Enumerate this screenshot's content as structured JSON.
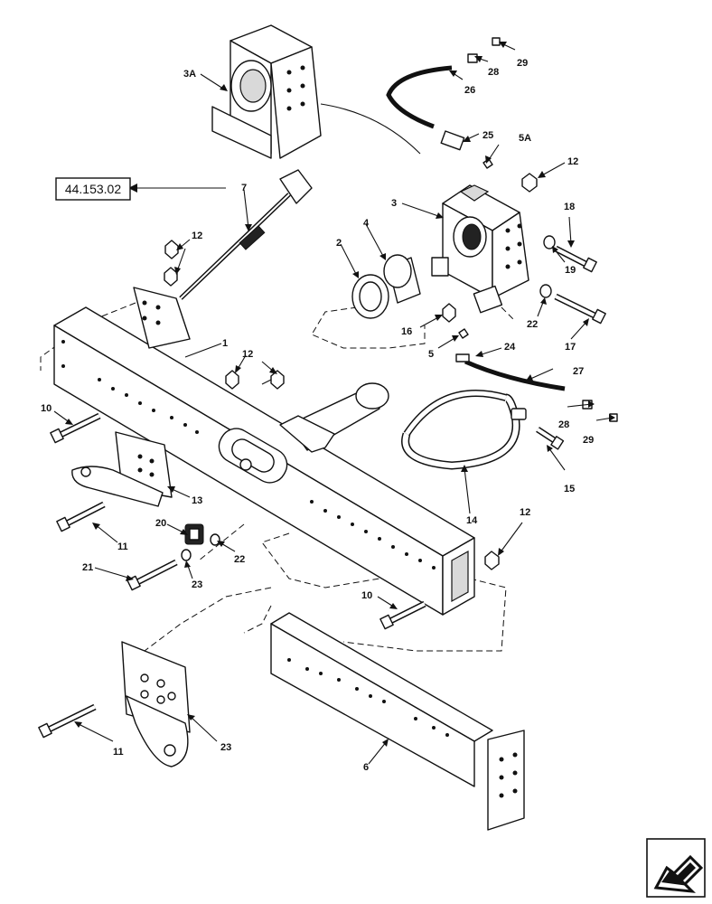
{
  "reference_box": {
    "text": "44.153.02"
  },
  "callouts": [
    {
      "id": "c-3a",
      "text": "3A"
    },
    {
      "id": "c-29a",
      "text": "29"
    },
    {
      "id": "c-28a",
      "text": "28"
    },
    {
      "id": "c-26",
      "text": "26"
    },
    {
      "id": "c-25",
      "text": "25"
    },
    {
      "id": "c-5a",
      "text": "5A"
    },
    {
      "id": "c-12a",
      "text": "12"
    },
    {
      "id": "c-7",
      "text": "7"
    },
    {
      "id": "c-3",
      "text": "3"
    },
    {
      "id": "c-18",
      "text": "18"
    },
    {
      "id": "c-4",
      "text": "4"
    },
    {
      "id": "c-2",
      "text": "2"
    },
    {
      "id": "c-12b",
      "text": "12"
    },
    {
      "id": "c-19",
      "text": "19"
    },
    {
      "id": "c-22a",
      "text": "22"
    },
    {
      "id": "c-16",
      "text": "16"
    },
    {
      "id": "c-17",
      "text": "17"
    },
    {
      "id": "c-5",
      "text": "5"
    },
    {
      "id": "c-24",
      "text": "24"
    },
    {
      "id": "c-1",
      "text": "1"
    },
    {
      "id": "c-12c",
      "text": "12"
    },
    {
      "id": "c-27",
      "text": "27"
    },
    {
      "id": "c-10a",
      "text": "10"
    },
    {
      "id": "c-28b",
      "text": "28"
    },
    {
      "id": "c-29b",
      "text": "29"
    },
    {
      "id": "c-15",
      "text": "15"
    },
    {
      "id": "c-13",
      "text": "13"
    },
    {
      "id": "c-14",
      "text": "14"
    },
    {
      "id": "c-20",
      "text": "20"
    },
    {
      "id": "c-11a",
      "text": "11"
    },
    {
      "id": "c-22b",
      "text": "22"
    },
    {
      "id": "c-12d",
      "text": "12"
    },
    {
      "id": "c-21",
      "text": "21"
    },
    {
      "id": "c-23a",
      "text": "23"
    },
    {
      "id": "c-10b",
      "text": "10"
    },
    {
      "id": "c-11b",
      "text": "11"
    },
    {
      "id": "c-23b",
      "text": "23"
    },
    {
      "id": "c-6",
      "text": "6"
    }
  ],
  "nav_icon": {
    "name": "next-page-arrow-icon"
  }
}
